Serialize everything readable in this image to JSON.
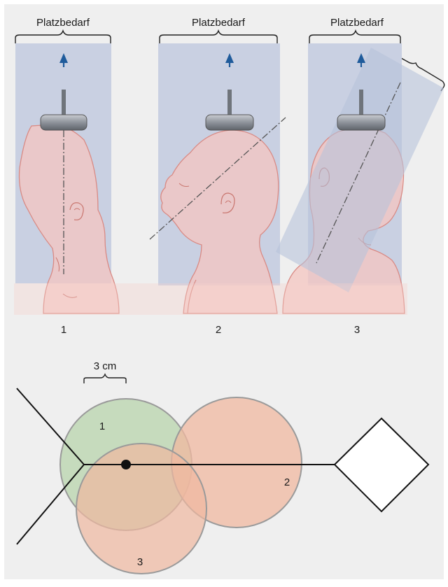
{
  "header_label": "Platzbedarf",
  "panels": [
    {
      "number": "1"
    },
    {
      "number": "2"
    },
    {
      "number": "3"
    }
  ],
  "scale_label": "3 cm",
  "circles": [
    {
      "label": "1",
      "color": "#bcd6b0"
    },
    {
      "label": "2",
      "color": "#f0b8a0"
    },
    {
      "label": "3",
      "color": "#f0b8a0"
    }
  ],
  "colors": {
    "background": "#efefef",
    "space_area": "#c7cfe2",
    "skin": "#f4c6c0",
    "skin_outline": "#d98a84",
    "arrow": "#1f5b9b",
    "device": "#8a8f98"
  }
}
